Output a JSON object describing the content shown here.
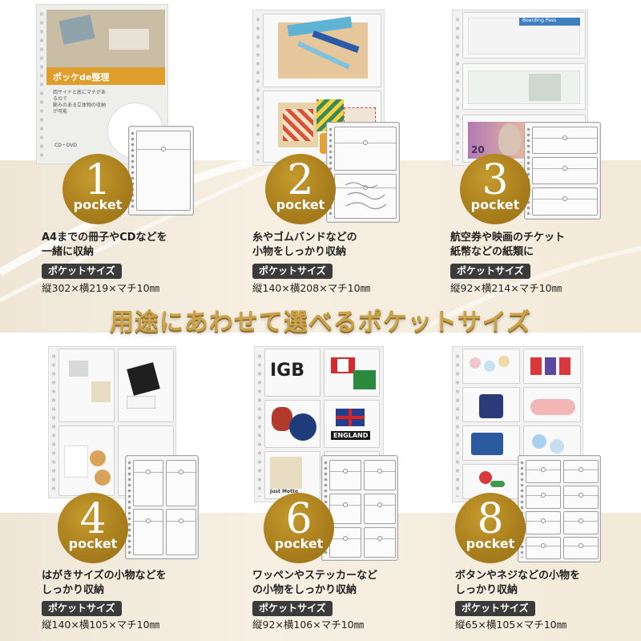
{
  "headline": "用途にあわせて選べるポケットサイズ",
  "pocket_word": "pocket",
  "size_label": "ポケットサイズ",
  "colors": {
    "gold": "#a87d1c",
    "pill": "#3b3b3b",
    "band": "#efe6d6"
  },
  "cells": [
    {
      "number": "1",
      "desc": "A4までの冊子やCDなどを\n一緒に収納",
      "dims": "縦302×横219×マチ10㎜",
      "photo_title": "ポッケde整理",
      "photo_caption": "両サイドと底にマチがあるので\n膨みのある立体物の収納が可能",
      "photo_tag": "CD・DVD"
    },
    {
      "number": "2",
      "desc": "糸やゴムバンドなどの\n小物をしっかり収納",
      "dims": "縦140×横208×マチ10㎜"
    },
    {
      "number": "3",
      "desc": "航空券や映画のチケット\n紙幣などの紙類に",
      "dims": "縦92×横214×マチ10㎜",
      "photo_tag": "Boarding Pass",
      "photo_money": "20"
    },
    {
      "number": "4",
      "desc": "はがきサイズの小物などを\nしっかり収納",
      "dims": "縦140×横105×マチ10㎜"
    },
    {
      "number": "6",
      "desc": "ワッペンやステッカーなど\nの小物をしっかり収納",
      "dims": "縦92×横106×マチ10㎜",
      "patch_gb": "IGB",
      "patch_england": "ENGLAND",
      "patch_motto": "Just Motto"
    },
    {
      "number": "8",
      "desc": "ボタンやネジなどの小物を\nしっかり収納",
      "dims": "縦65×横105×マチ10㎜"
    }
  ]
}
